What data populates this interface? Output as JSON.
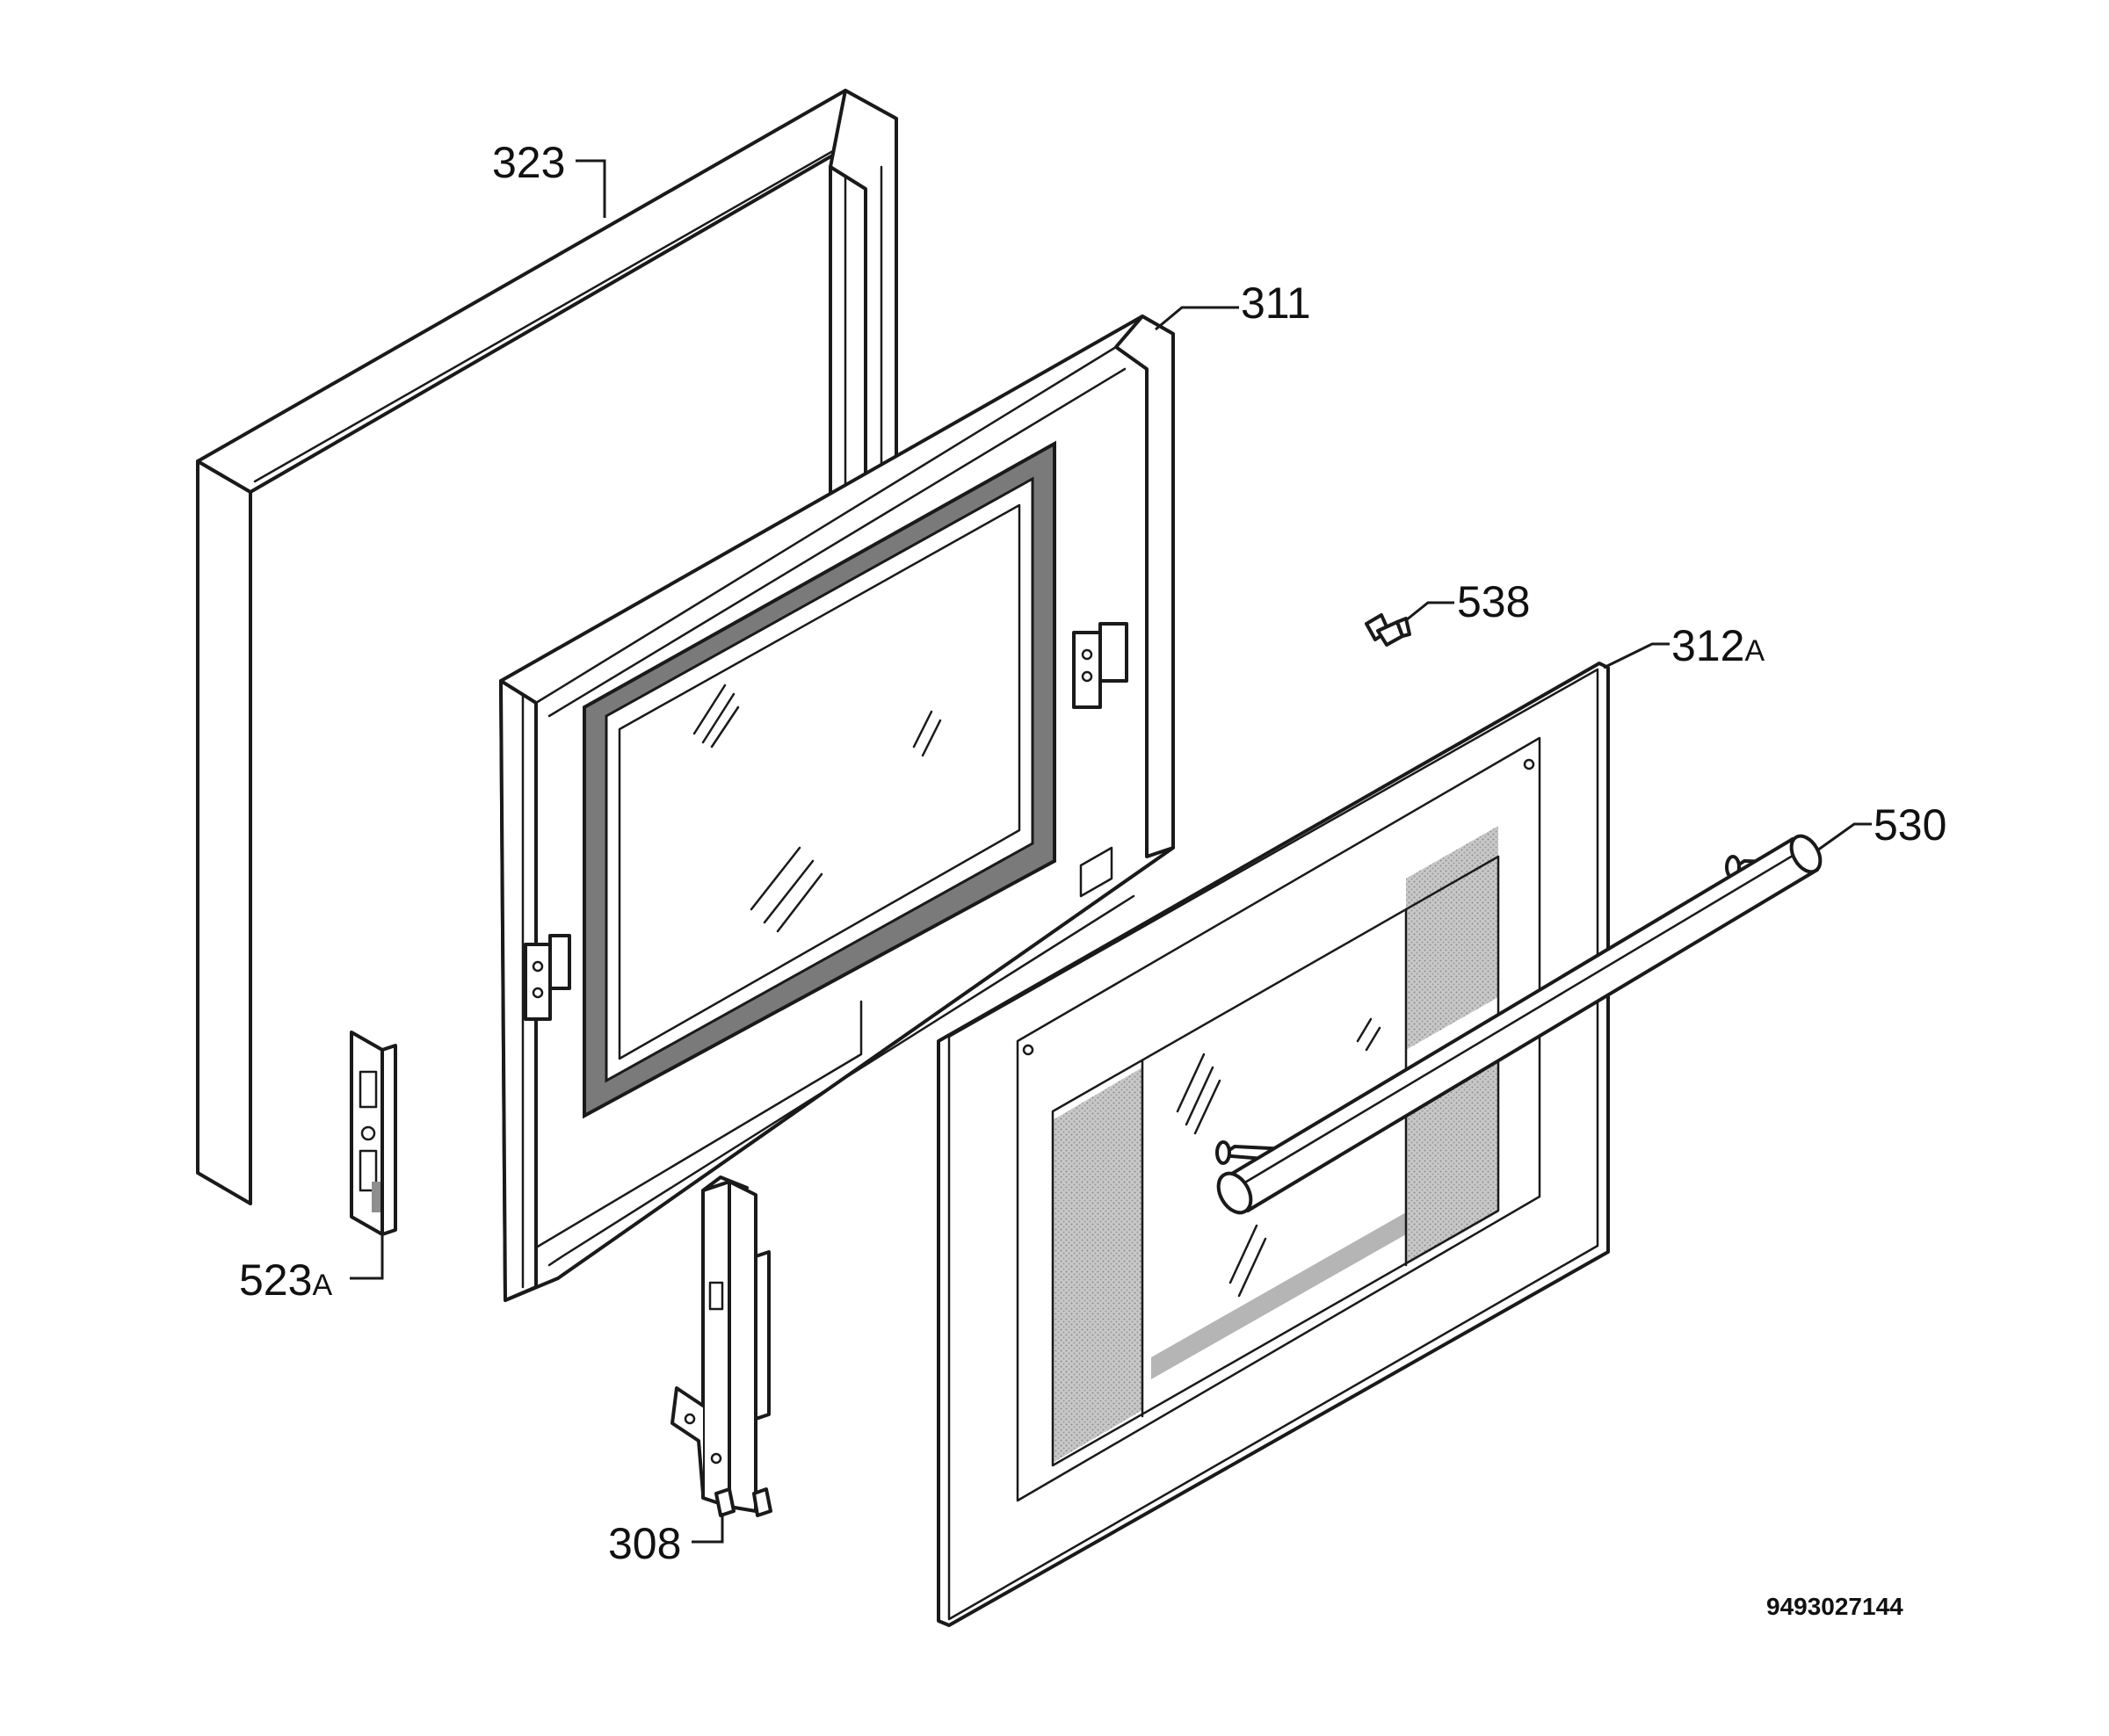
{
  "callouts": {
    "frame": {
      "num": "323",
      "sub": ""
    },
    "inner_door": {
      "num": "311",
      "sub": ""
    },
    "screw": {
      "num": "538",
      "sub": ""
    },
    "outer_panel": {
      "num": "312",
      "sub": "A"
    },
    "handle": {
      "num": "530",
      "sub": ""
    },
    "latch": {
      "num": "523",
      "sub": "A"
    },
    "hinge": {
      "num": "308",
      "sub": ""
    }
  },
  "drawing_number": "9493027144"
}
